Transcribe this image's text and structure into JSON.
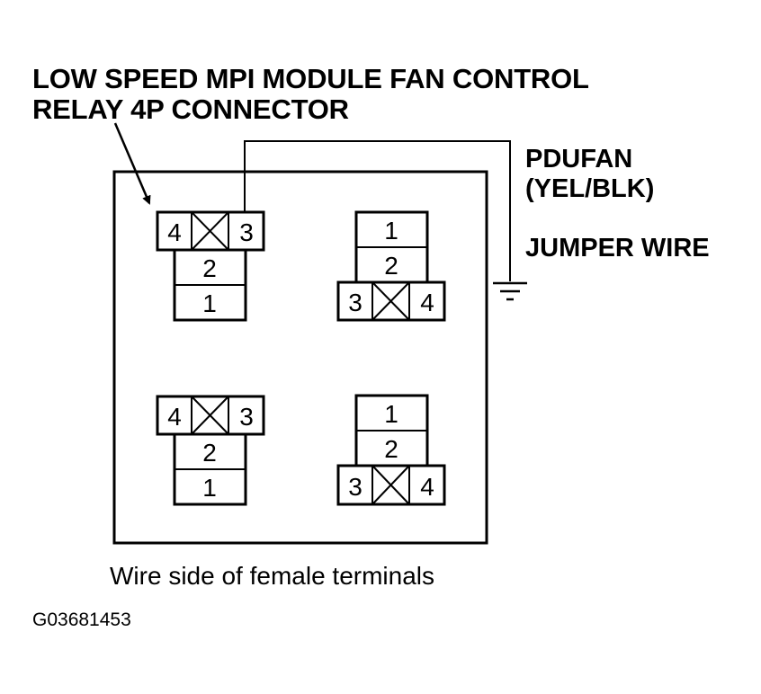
{
  "title": {
    "line1": "LOW SPEED MPI MODULE FAN CONTROL",
    "line2": "RELAY 4P CONNECTOR"
  },
  "wire": {
    "name": "PDUFAN",
    "color": "(YEL/BLK)"
  },
  "jumper_label": "JUMPER WIRE",
  "caption": "Wire side of female terminals",
  "figure_id": "G03681453",
  "connectors": [
    {
      "id": "top-left",
      "orientation": "up",
      "top_left": "4",
      "top_right": "3",
      "middle": "2",
      "bottom": "1"
    },
    {
      "id": "top-right",
      "orientation": "down",
      "top": "1",
      "middle": "2",
      "bottom_left": "3",
      "bottom_right": "4"
    },
    {
      "id": "bottom-left",
      "orientation": "up",
      "top_left": "4",
      "top_right": "3",
      "middle": "2",
      "bottom": "1"
    },
    {
      "id": "bottom-right",
      "orientation": "down",
      "top": "1",
      "middle": "2",
      "bottom_left": "3",
      "bottom_right": "4"
    }
  ]
}
